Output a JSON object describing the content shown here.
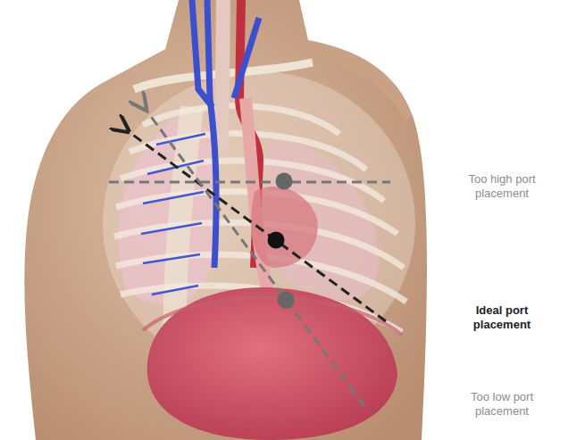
{
  "diagram": {
    "labels": [
      "Too high port placement",
      "Ideal port placement",
      "Too low port placement"
    ]
  }
}
